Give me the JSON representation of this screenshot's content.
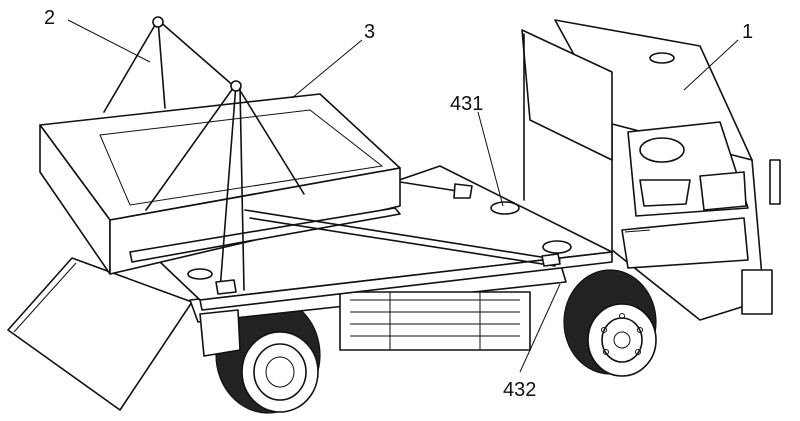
{
  "figure": {
    "labels": {
      "vehicle_cab": "1",
      "lifting_frame": "2",
      "container_box": "3",
      "mount_upper": "431",
      "mount_lower": "432"
    }
  }
}
